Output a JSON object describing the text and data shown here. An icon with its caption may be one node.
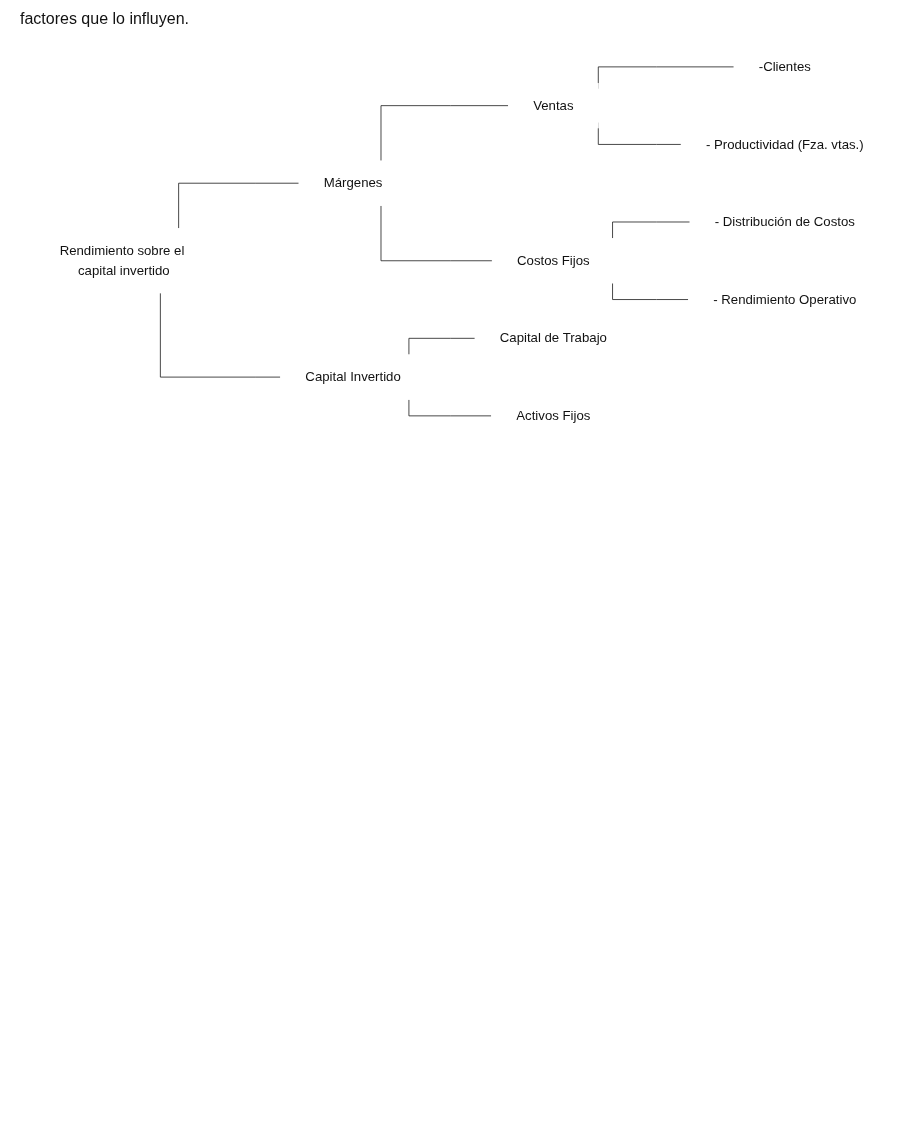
{
  "diagram": {
    "nodes": [
      {
        "text": [
          "Rendimiento sobre el capital invertido"
        ]
      },
      {
        "text": [
          "Márgenes"
        ]
      },
      {
        "text": [
          "Ventas"
        ]
      },
      {
        "text": [
          "-Clientes"
        ]
      },
      {
        "text": [
          "- Productividad (Fza. vtas.)"
        ]
      },
      {
        "text": [
          "Costos Fijos"
        ]
      },
      {
        "text": [
          "- Distribución de Costos"
        ]
      },
      {
        "text": [
          "- Rendimiento Operativo"
        ]
      },
      {
        "text": [
          "Capital Invertido"
        ]
      },
      {
        "text": [
          "Capital de Trabajo"
        ]
      },
      {
        "text": [
          "Activos Fijos"
        ]
      }
    ],
    "edges": [
      {
        "from": 0,
        "to": 1,
        "arrow": "none"
      },
      {
        "from": 0,
        "to": 8,
        "arrow": "none"
      },
      {
        "from": 1,
        "to": 2,
        "arrow": "none"
      },
      {
        "from": 1,
        "to": 5,
        "arrow": "none"
      },
      {
        "from": 2,
        "to": 3,
        "arrow": "none"
      },
      {
        "from": 2,
        "to": 4,
        "arrow": "none"
      },
      {
        "from": 5,
        "to": 6,
        "arrow": "none"
      },
      {
        "from": 5,
        "to": 7,
        "arrow": "none"
      },
      {
        "from": 8,
        "to": 9,
        "arrow": "none"
      },
      {
        "from": 8,
        "to": 10,
        "arrow": "none"
      }
    ],
    "labels": [
      "factores que lo influyen."
    ]
  }
}
